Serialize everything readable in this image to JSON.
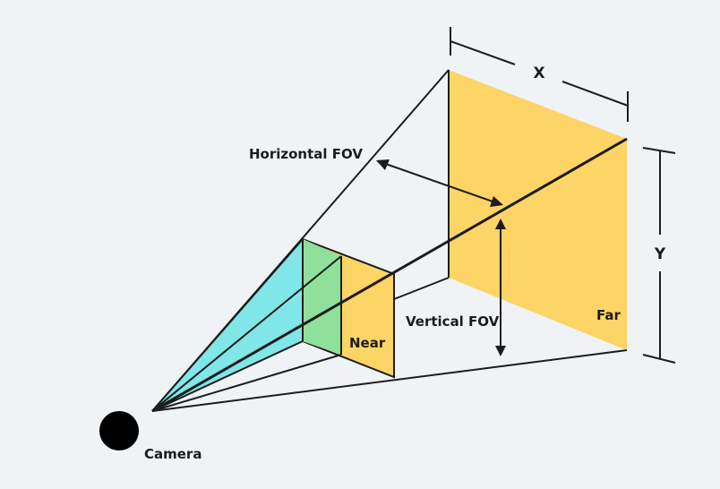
{
  "labels": {
    "camera": "Camera",
    "near": "Near",
    "far": "Far",
    "horizontal_fov": "Horizontal FOV",
    "vertical_fov": "Vertical FOV",
    "x": "X",
    "y": "Y"
  },
  "colors": {
    "background": "#f0f3f6",
    "plane_fill": "#fdd466",
    "near_pyramid_fill": "#80e6e8",
    "near_overlap_fill": "#8fe09a",
    "line": "#1c1c1c"
  }
}
